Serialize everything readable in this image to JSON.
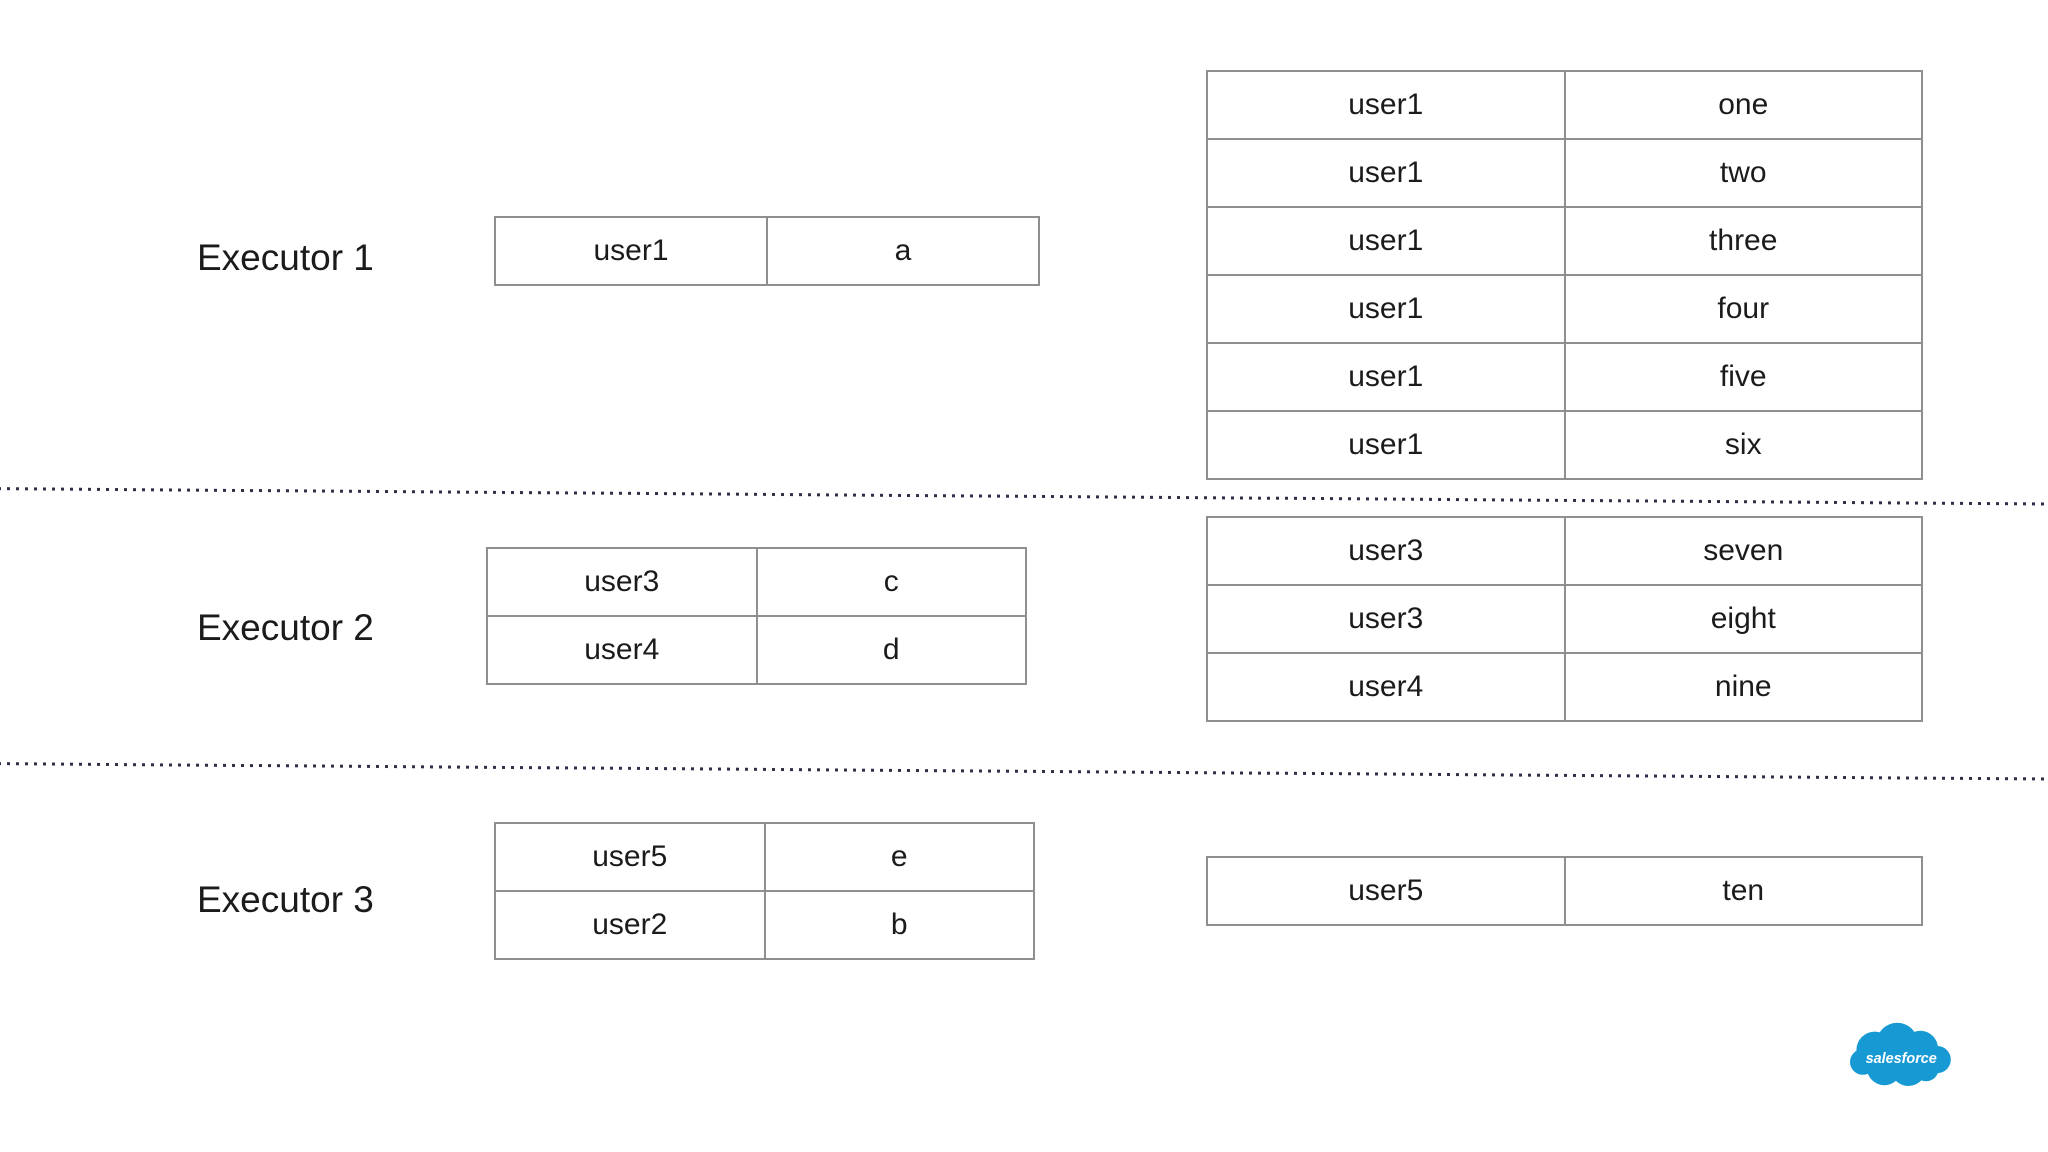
{
  "background": "#ffffff",
  "colors": {
    "background": "#ffffff",
    "text": "#1b1b1b",
    "table_border": "#8f8f8f",
    "divider_dot": "#2f2f49",
    "salesforce_blue": "#1799d4"
  },
  "executors": [
    {
      "label": "Executor 1",
      "state_table": {
        "rows": [
          [
            "user1",
            "a"
          ]
        ]
      },
      "stream_table": {
        "rows": [
          [
            "user1",
            "one"
          ],
          [
            "user1",
            "two"
          ],
          [
            "user1",
            "three"
          ],
          [
            "user1",
            "four"
          ],
          [
            "user1",
            "five"
          ],
          [
            "user1",
            "six"
          ]
        ]
      }
    },
    {
      "label": "Executor 2",
      "state_table": {
        "rows": [
          [
            "user3",
            "c"
          ],
          [
            "user4",
            "d"
          ]
        ]
      },
      "stream_table": {
        "rows": [
          [
            "user3",
            "seven"
          ],
          [
            "user3",
            "eight"
          ],
          [
            "user4",
            "nine"
          ]
        ]
      }
    },
    {
      "label": "Executor 3",
      "state_table": {
        "rows": [
          [
            "user5",
            "e"
          ],
          [
            "user2",
            "b"
          ]
        ]
      },
      "stream_table": {
        "rows": [
          [
            "user5",
            "ten"
          ]
        ]
      }
    }
  ],
  "logo": {
    "brand": "salesforce",
    "wordmark": "salesforce"
  }
}
